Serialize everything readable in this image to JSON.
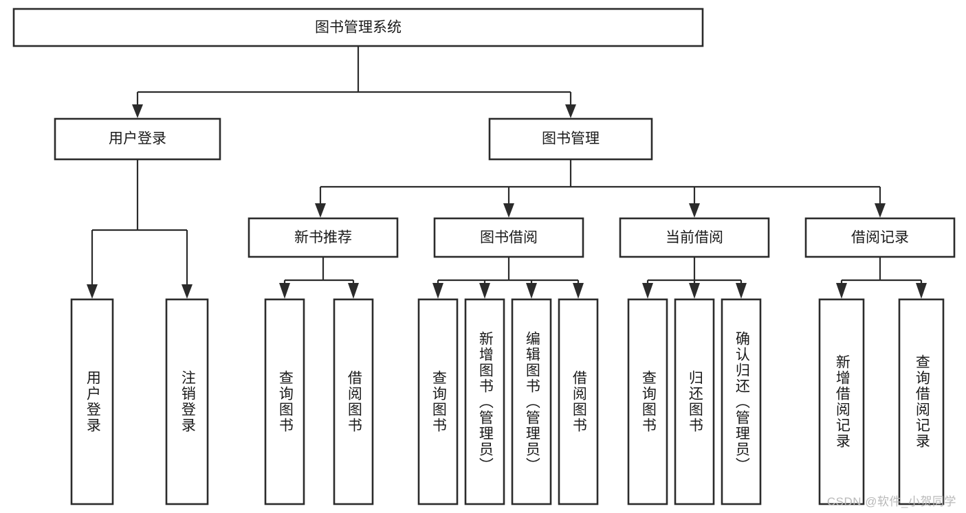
{
  "diagram": {
    "type": "tree",
    "title": "图书管理系统",
    "root": {
      "id": "root",
      "label": "图书管理系统"
    },
    "level2": [
      {
        "id": "user-login",
        "label": "用户登录"
      },
      {
        "id": "book-manage",
        "label": "图书管理"
      }
    ],
    "level3": [
      {
        "id": "new-book-recommend",
        "label": "新书推荐",
        "parent": "book-manage"
      },
      {
        "id": "book-borrow",
        "label": "图书借阅",
        "parent": "book-manage"
      },
      {
        "id": "current-borrow",
        "label": "当前借阅",
        "parent": "book-manage"
      },
      {
        "id": "borrow-record",
        "label": "借阅记录",
        "parent": "book-manage"
      }
    ],
    "leaves": [
      {
        "id": "leaf-user-login",
        "label": "用户登录",
        "parent": "user-login"
      },
      {
        "id": "leaf-logout-login",
        "label": "注销登录",
        "parent": "user-login"
      },
      {
        "id": "leaf-query-book-1",
        "label": "查询图书",
        "parent": "new-book-recommend"
      },
      {
        "id": "leaf-borrow-book-1",
        "label": "借阅图书",
        "parent": "new-book-recommend"
      },
      {
        "id": "leaf-query-book-2",
        "label": "查询图书",
        "parent": "book-borrow"
      },
      {
        "id": "leaf-add-book",
        "label": "新增图书（管理员）",
        "parent": "book-borrow"
      },
      {
        "id": "leaf-edit-book",
        "label": "编辑图书（管理员）",
        "parent": "book-borrow"
      },
      {
        "id": "leaf-borrow-book-2",
        "label": "借阅图书",
        "parent": "book-borrow"
      },
      {
        "id": "leaf-query-book-3",
        "label": "查询图书",
        "parent": "current-borrow"
      },
      {
        "id": "leaf-return-book",
        "label": "归还图书",
        "parent": "current-borrow"
      },
      {
        "id": "leaf-confirm-return",
        "label": "确认归还（管理员）",
        "parent": "current-borrow"
      },
      {
        "id": "leaf-add-record",
        "label": "新增借阅记录",
        "parent": "borrow-record"
      },
      {
        "id": "leaf-query-record",
        "label": "查询借阅记录",
        "parent": "borrow-record"
      }
    ]
  },
  "watermark": {
    "text": "CSDN @软件_小贺同学"
  },
  "colors": {
    "box_stroke": "#2b2b2b",
    "box_fill": "#ffffff",
    "text": "#1a1a1a",
    "watermark": "#b9b9b9",
    "background": "#ffffff"
  }
}
